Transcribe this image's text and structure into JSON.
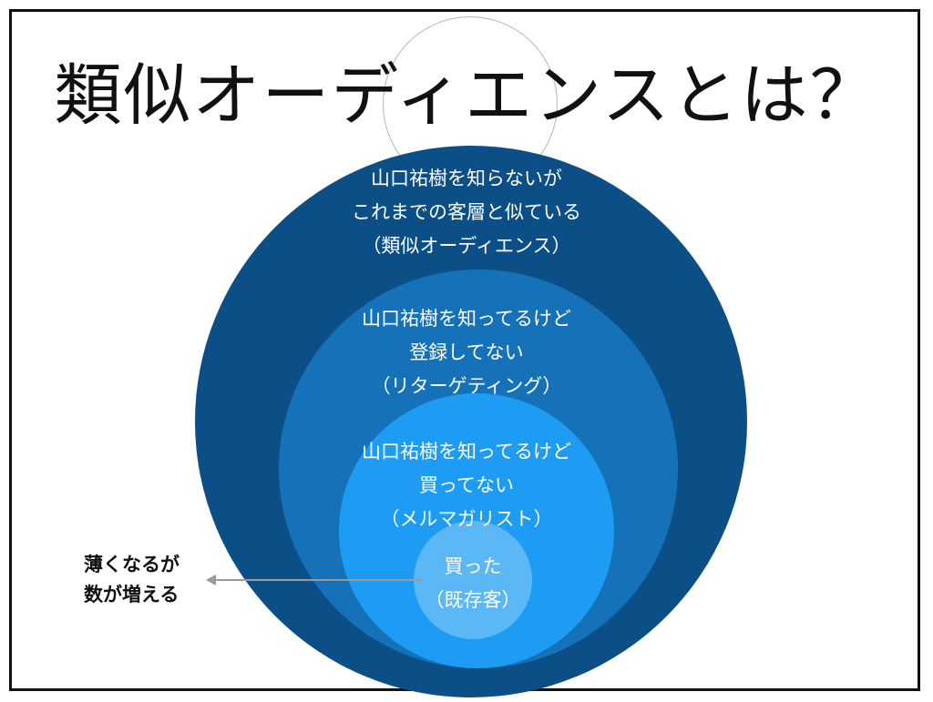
{
  "slide": {
    "title": "類似オーディエンスとは？"
  },
  "colors": {
    "outer": "#0b4f86",
    "second": "#1672b8",
    "third": "#1e9cf3",
    "inner": "#5bb8f5",
    "arrow": "#9a9a9a"
  },
  "rings": [
    {
      "lines": [
        "山口祐樹を知らないが",
        "これまでの客層と似ている",
        "（類似オーディエンス）"
      ]
    },
    {
      "lines": [
        "山口祐樹を知ってるけど",
        "登録してない",
        "（リターゲティング）"
      ]
    },
    {
      "lines": [
        "山口祐樹を知ってるけど",
        "買ってない",
        "（メルマガリスト）"
      ]
    },
    {
      "lines": [
        "買った",
        "（既存客）"
      ]
    }
  ],
  "side_note": {
    "lines": [
      "薄くなるが",
      "数が増える"
    ]
  }
}
